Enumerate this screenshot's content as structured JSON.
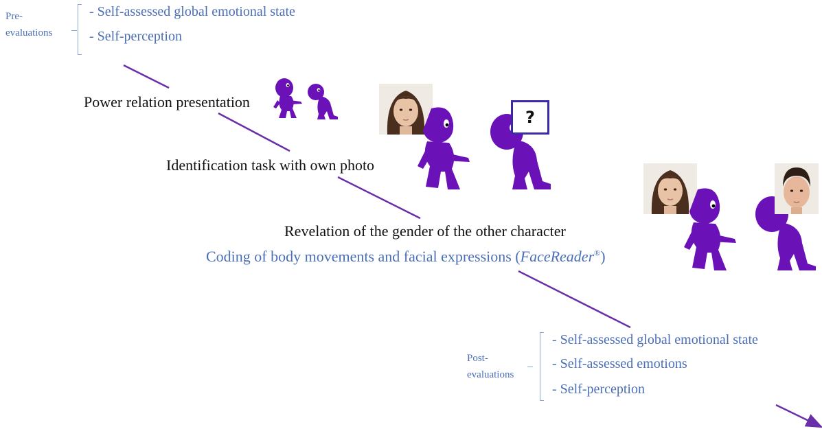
{
  "pre": {
    "label_line1": "Pre-",
    "label_line2": "evaluations",
    "items": [
      "- Self-assessed global emotional state",
      "- Self-perception"
    ]
  },
  "steps": {
    "power": "Power relation presentation",
    "identification": "Identification task with own photo",
    "revelation": "Revelation of the gender of the other character",
    "coding_prefix": "Coding of body movements and facial expressions (",
    "coding_italic": "FaceReader",
    "coding_reg": "®",
    "coding_suffix": ")"
  },
  "post": {
    "label_line1": "Post-",
    "label_line2": "evaluations",
    "items": [
      "- Self-assessed global emotional state",
      "- Self-assessed emotions",
      "- Self-perception"
    ]
  },
  "question_mark": "?",
  "colors": {
    "text_blue": "#4a6fb5",
    "line_purple": "#6a2fa8",
    "figure_purple": "#6a12b8",
    "bracket": "#8aa6d6"
  }
}
